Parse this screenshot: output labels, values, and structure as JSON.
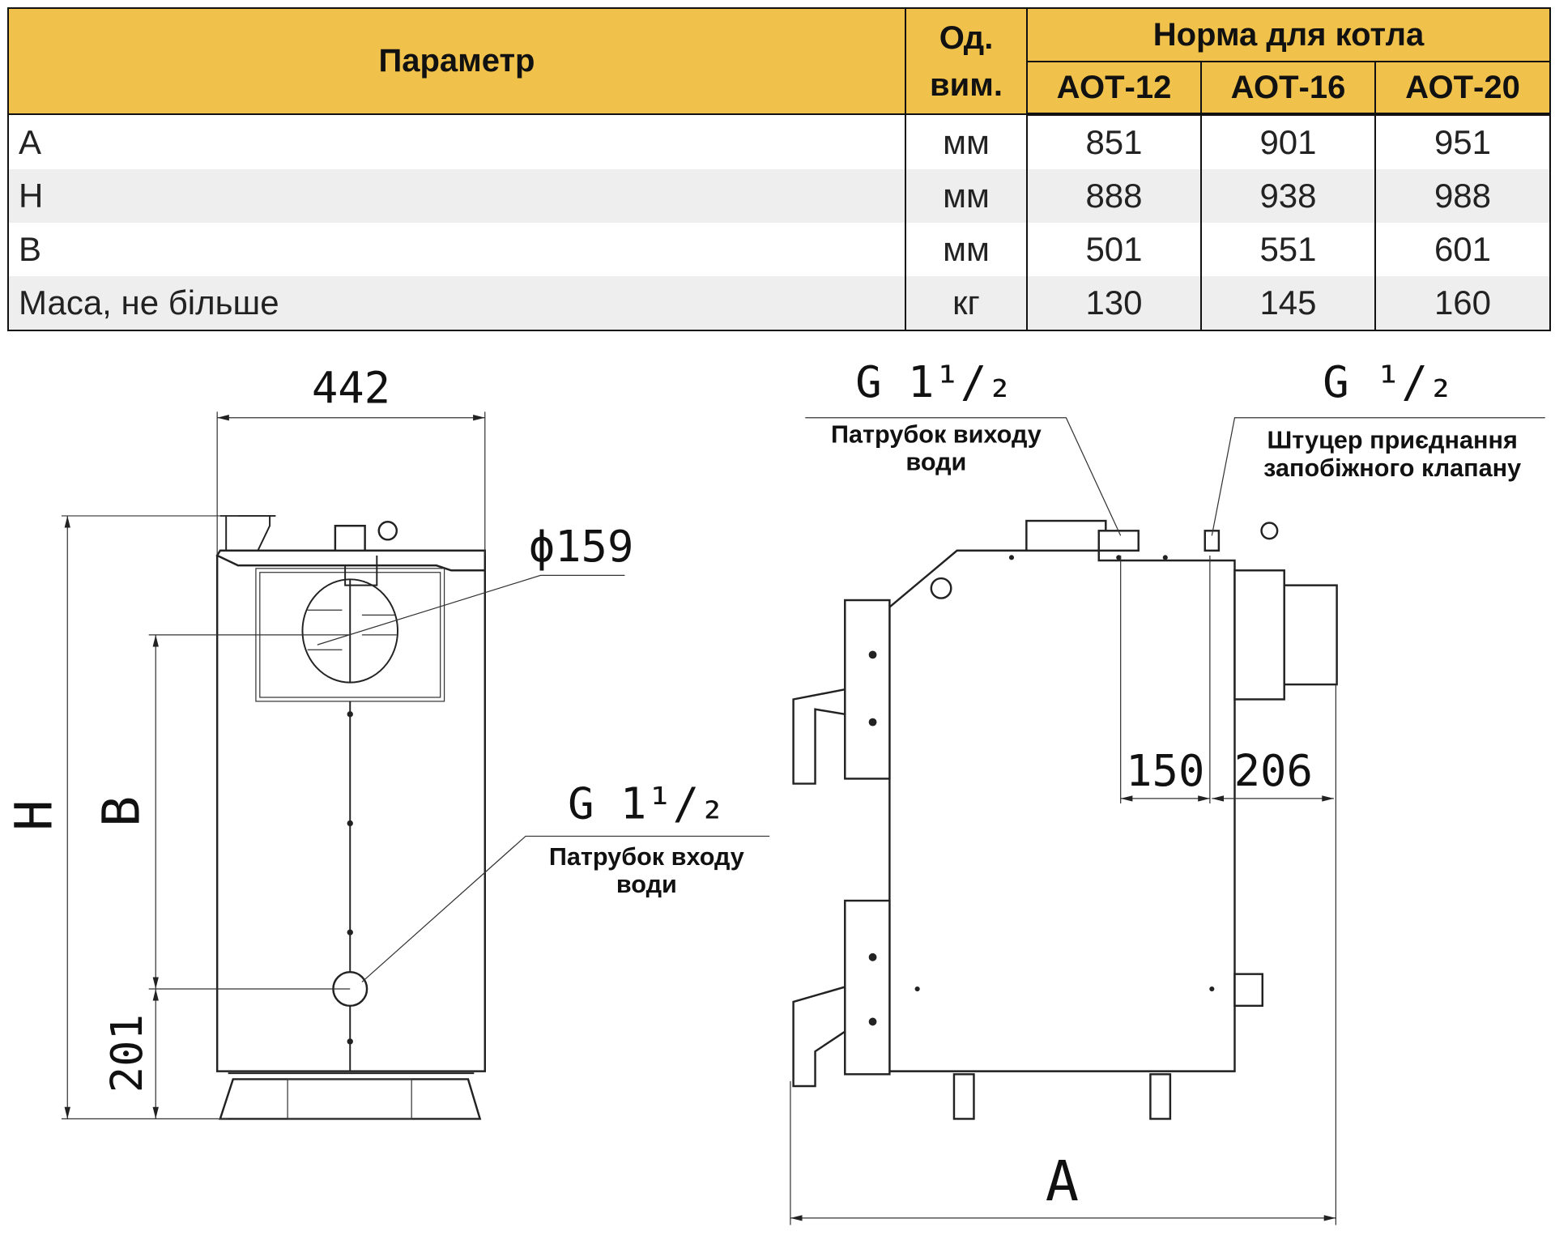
{
  "table": {
    "header": {
      "parameter": "Параметр",
      "unit": "Од. вим.",
      "norm": "Норма для котла",
      "models": [
        "АОТ-12",
        "АОТ-16",
        "АОТ-20"
      ]
    },
    "rows": [
      {
        "param": "A",
        "unit": "мм",
        "values": [
          "851",
          "901",
          "951"
        ]
      },
      {
        "param": "H",
        "unit": "мм",
        "values": [
          "888",
          "938",
          "988"
        ]
      },
      {
        "param": "B",
        "unit": "мм",
        "values": [
          "501",
          "551",
          "601"
        ]
      },
      {
        "param": "Маса, не більше",
        "unit": "кг",
        "values": [
          "130",
          "145",
          "160"
        ]
      }
    ]
  },
  "drawing": {
    "front": {
      "width_dim": "442",
      "height_dim": "H",
      "b_dim": "B",
      "bottom_dim": "201",
      "flue_dim": "ϕ159",
      "inlet_thread": "G 1¹/₂",
      "inlet_label_1": "Патрубок входу",
      "inlet_label_2": "води"
    },
    "side": {
      "outlet_thread": "G 1¹/₂",
      "outlet_label_1": "Патрубок виходу",
      "outlet_label_2": "води",
      "valve_thread": "G ¹/₂",
      "valve_label_1": "Штуцер приєднання",
      "valve_label_2": "запобіжного клапану",
      "dim_150": "150",
      "dim_206": "206",
      "depth_dim": "A"
    }
  }
}
